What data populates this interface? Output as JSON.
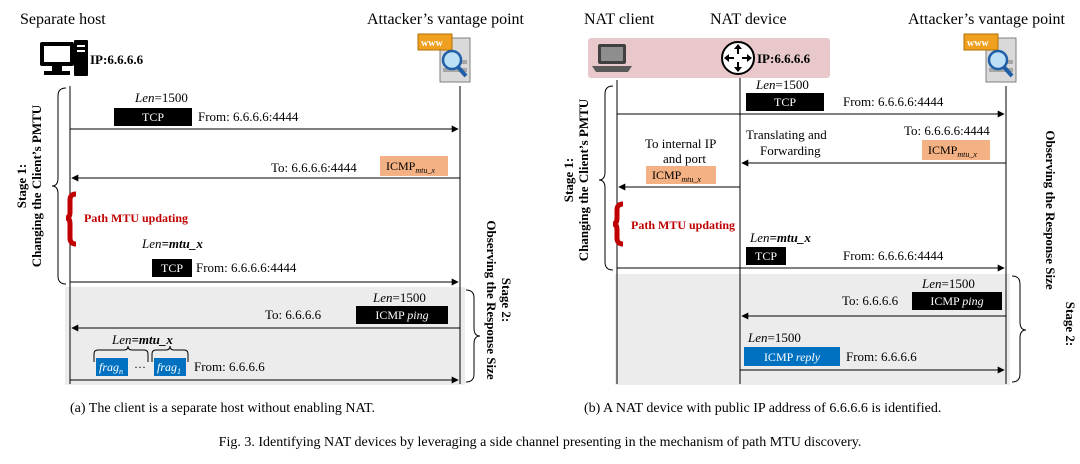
{
  "panel_a": {
    "host_label": "Separate host",
    "attacker_label": "Attacker’s vantage point",
    "ip_label": "IP:6.6.6.6",
    "stage1_line1": "Stage 1:",
    "stage1_line2": "Changing the Client’s PMTU",
    "stage2_line1": "Stage 2:",
    "stage2_line2": "Observing the Response  Size",
    "msg1_len_pre": "Len",
    "msg1_len_val": "=1500",
    "msg1_box": "TCP",
    "msg1_from": "From: 6.6.6.6:4444",
    "msg2_to": "To: 6.6.6.6:4444",
    "msg2_box_main": "ICMP",
    "msg2_box_sub": "mtu_x",
    "pmtu_update": "Path MTU updating",
    "msg3_len_pre": "Len",
    "msg3_len_val": "=mtu_x",
    "msg3_box": "TCP",
    "msg3_from": "From: 6.6.6.6:4444",
    "msg4_len_pre": "Len",
    "msg4_len_val": "=1500",
    "msg4_to": "To: 6.6.6.6",
    "msg4_box_main": "ICMP ",
    "msg4_box_em": "ping",
    "msg5_len_pre": "Len",
    "msg5_len_val": "=mtu_x",
    "frag_n_main": "frag",
    "frag_n_sub": "n",
    "frag_dots": "···",
    "frag_1_main": "frag",
    "frag_1_sub": "1",
    "msg5_from": "From: 6.6.6.6",
    "caption": "(a) The client is a separate host without enabling NAT."
  },
  "panel_b": {
    "client_label": "NAT client",
    "device_label": "NAT device",
    "attacker_label": "Attacker’s vantage point",
    "ip_label": "IP:6.6.6.6",
    "stage1_line1": "Stage 1:",
    "stage1_line2": "Changing the Client’s PMTU",
    "stage2_line1": "Stage 2:",
    "stage2_line2": "Observing the Response  Size",
    "msg1_len_pre": "Len",
    "msg1_len_val": "=1500",
    "msg1_box": "TCP",
    "msg1_from": "From: 6.6.6.6:4444",
    "internal_line1": "To internal IP",
    "internal_line2": "and port",
    "internal_box_main": "ICMP",
    "internal_box_sub": "mtu_x",
    "translate_line1": "Translating and",
    "translate_line2": "Forwarding",
    "msg2_to": "To: 6.6.6.6:4444",
    "msg2_box_main": "ICMP",
    "msg2_box_sub": "mtu_x",
    "pmtu_update": "Path MTU updating",
    "msg3_len_pre": "Len",
    "msg3_len_val": "=mtu_x",
    "msg3_box": "TCP",
    "msg3_from": "From: 6.6.6.6:4444",
    "msg4_len_pre": "Len",
    "msg4_len_val": "=1500",
    "msg4_to": "To: 6.6.6.6",
    "msg4_box_main": "ICMP ",
    "msg4_box_em": "ping",
    "msg5_len_pre": "Len",
    "msg5_len_val": "=1500",
    "msg5_box_main": "ICMP ",
    "msg5_box_em": "reply",
    "msg5_from": "From: 6.6.6.6",
    "caption": "(b) A NAT device with public IP address of 6.6.6.6 is identified."
  },
  "figure_caption": "Fig. 3.  Identifying NAT devices by leveraging a side channel presenting in the mechanism of path MTU discovery.",
  "icons": {
    "host": "desktop-computer-icon",
    "server": "web-server-icon",
    "laptop": "laptop-icon",
    "router": "router-icon"
  },
  "colors": {
    "black_box": "#000000",
    "icmp_box": "#f4b183",
    "blue_box": "#0070c0",
    "update_red": "#c00000",
    "stage2_bg": "#ececec",
    "nat_bg": "#e8c8cb"
  }
}
